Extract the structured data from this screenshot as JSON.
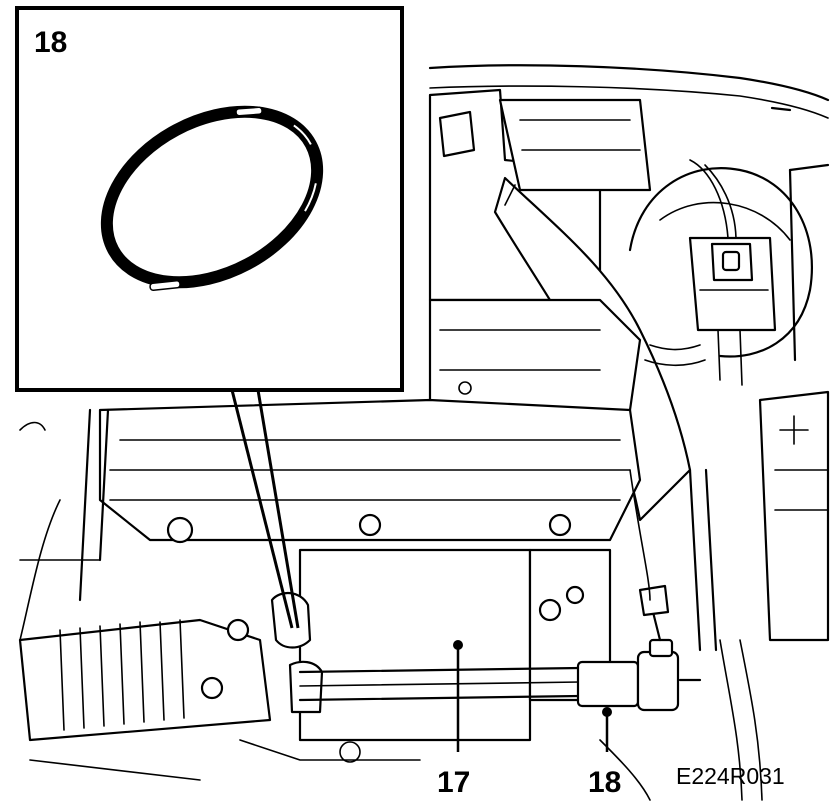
{
  "figure": {
    "inset_callout": "18",
    "callouts": [
      {
        "id": "callout-17",
        "label": "17"
      },
      {
        "id": "callout-18",
        "label": "18"
      }
    ],
    "figure_code": "E224R031"
  }
}
